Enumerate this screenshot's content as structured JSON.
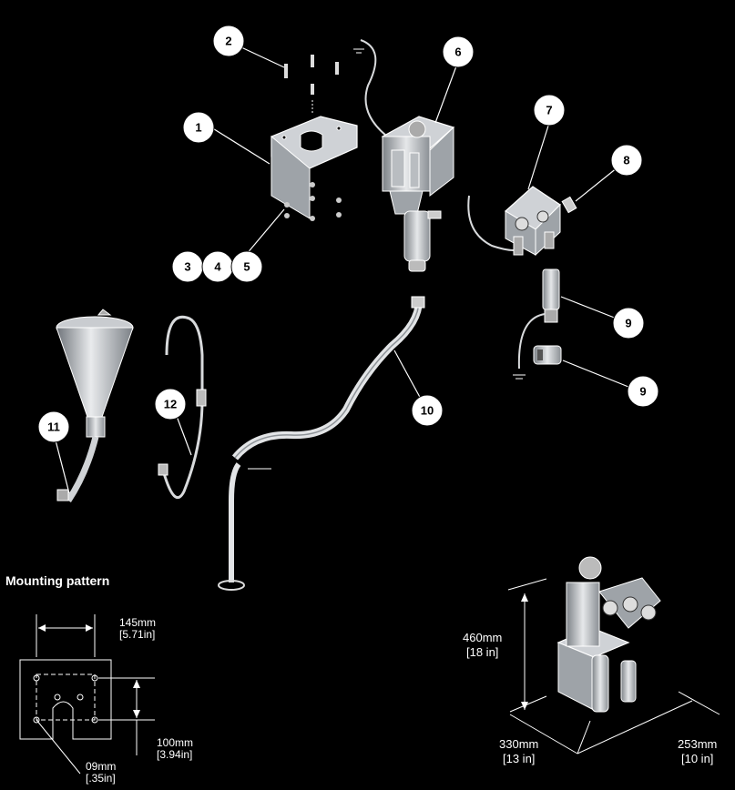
{
  "callouts": [
    {
      "id": "1",
      "label": "1"
    },
    {
      "id": "2",
      "label": "2"
    },
    {
      "id": "3",
      "label": "3"
    },
    {
      "id": "4",
      "label": "4"
    },
    {
      "id": "5",
      "label": "5"
    },
    {
      "id": "6",
      "label": "6"
    },
    {
      "id": "7",
      "label": "7"
    },
    {
      "id": "8",
      "label": "8"
    },
    {
      "id": "9a",
      "label": "9"
    },
    {
      "id": "9b",
      "label": "9"
    },
    {
      "id": "10",
      "label": "10"
    },
    {
      "id": "11",
      "label": "11"
    },
    {
      "id": "12",
      "label": "12"
    }
  ],
  "mounting": {
    "title": "Mounting pattern",
    "width_mm": "145mm",
    "width_in": "[5.71in]",
    "height_mm": "100mm",
    "height_in": "[3.94in]",
    "hole_mm": "09mm",
    "hole_in": "[.35in]"
  },
  "dimensions": {
    "height_mm": "460mm",
    "height_in": "[18 in]",
    "depth_mm": "330mm",
    "depth_in": "[13 in]",
    "width_mm": "253mm",
    "width_in": "[10 in]"
  }
}
